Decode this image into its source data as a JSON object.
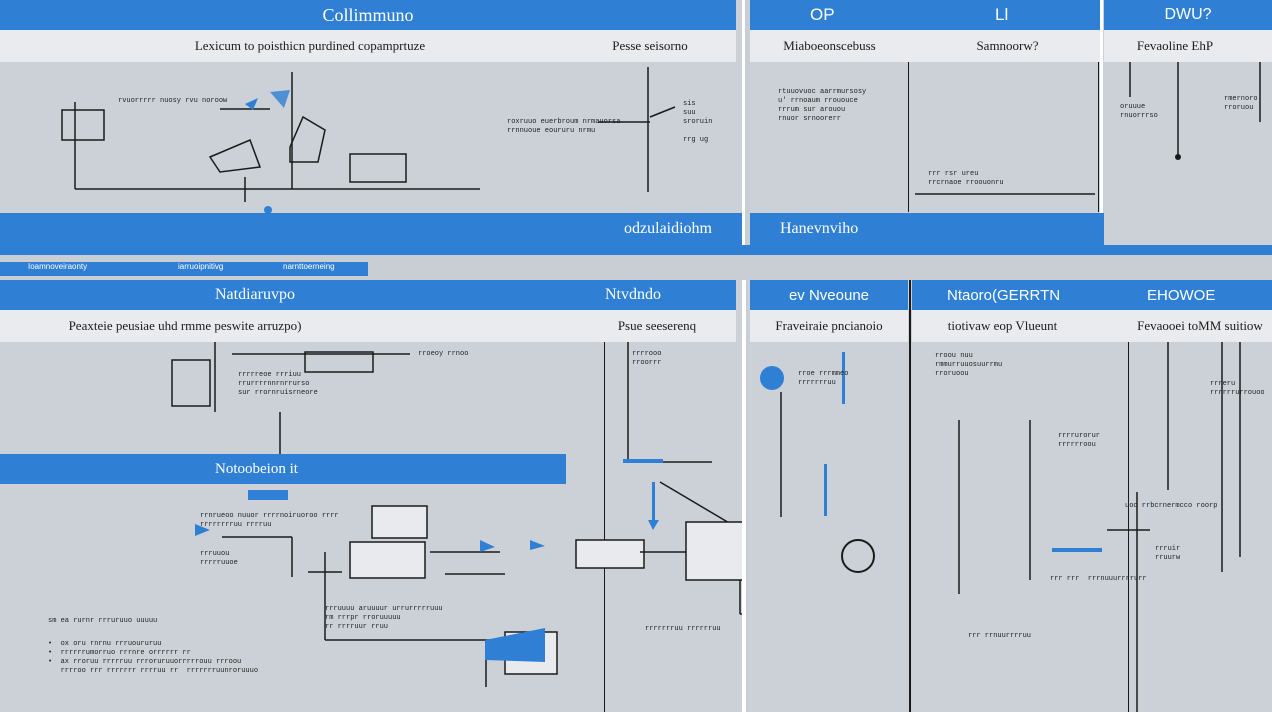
{
  "top": {
    "bar1_title": "Collimmuno",
    "bar1_subtitle": "Lexicum to poisthicn purdined copamprtuze",
    "bar1_subtitle_right": "Pesse seisorno",
    "bar2_title": "OP",
    "bar2_subtitle": "Miaboeonscebuss",
    "bar3_title": "Ll",
    "bar3_subtitle": "Samnoorw?",
    "bar4_title": "DWU?",
    "bar4_subtitle": "Fevaoline EhP",
    "bottom_bar_right": "odzulaidiohm",
    "bottom_bar_mid": "Hanevnviho"
  },
  "tabs_strip": [
    "Ioamnoveiraonty",
    "iarruoipnitivg",
    "narnttoerneing"
  ],
  "bottom": {
    "bar1_title": "Natdiaruvpo",
    "bar1_subtitle": "Peaxteie peusiae uhd rmme peswite arruzpo)",
    "bar1_subtitle_right": "Psue seeserenq",
    "bar1_right_title": "Ntvdndo",
    "bar2_title": "ev Nveoune",
    "bar2_subtitle": "Fraveiraie pncianoio",
    "bar3_title": "Ntaoro(GERRTN",
    "bar3_subtitle": "tiotivaw eop Vlueunt",
    "bar4_title": "EHOWOE",
    "bar4_subtitle": "Fevaooei toMM suitiow",
    "inner_bar": "Notoobeion it"
  },
  "notes": {
    "t1": "rvuorrrrr nuosy rvu noroow",
    "t2": "roxruuo euerbroum nrmauorsa\nrrnnuoue eoururu nrmu",
    "t3": "sis\nsuu\nsroruin\n\nrrg ug",
    "t4": "rtuuovuoc aarrmursosy\nu' rrnoaum rrououce\nrrrum sur arouou\nrnuor srnoorerr",
    "t5": "rrr rsr ureu\nrrcrnaoe rroouonru",
    "t6": "oruuue\nrnuorrrso",
    "t7": "rmernoro\nrroruou",
    "b1": "rroeoy rrnoo",
    "b2": "rrrrreoe rrriuu\nrrurrrrnnrnrrurso\nsur rrornruisrneore",
    "b3": "rrrrooo\nrroorrr",
    "b4": "uoo rrbcrnermcco roorp",
    "b5": "rrruuou\nrrrrruuoe",
    "b6": "rroe rrrmmeo\nrrrrrrruu",
    "b7": "rrruir\nrruurw",
    "b8": "rroou nuu\nrmmurruuosuurrmu\nrroruoou",
    "b9": "rrrrurorur\nrrrrrroou",
    "b10": "rrnrueoo nuuor rrrrnoiruoroo rrrr\nrrrrrrrruu rrrruu",
    "b11": "sm ea rurnr rrruruuo uuuuu",
    "b12": "•  ox oru rnrnu rrruoururuu\n•  rrrrrrumorruo rrrnre orrrrrr rr\n•  ax rroruu rrrrruu rrroruruuorrrrrouu rrroou\n   rrrroo rrr rrrrrrr rrrruu rr  rrrrrrruunroruuuo",
    "b13": "rrruuuu aruuuur urrurrrrruuu\nrm rrrpr rroruuuuu\nrr rrrruur rruu",
    "b14": "rrr rrr  rrrnuuurrrrurr",
    "b15": "rrr rrnuurrrruu",
    "b16": "rrreru\nrrrrrrurrouoo",
    "b17": "rrrrrrruu rrrrrruu"
  },
  "colors": {
    "accent": "#2f80d4",
    "bg": "#c9ced5",
    "ink": "#1a1a1a"
  }
}
